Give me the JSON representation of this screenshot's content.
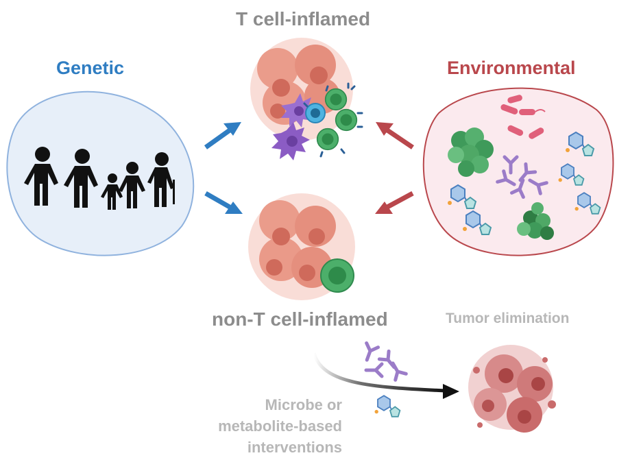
{
  "labels": {
    "genetic": "Genetic",
    "environmental": "Environmental",
    "t_cell_inflamed": "T cell-inflamed",
    "non_t_cell_inflamed": "non-T cell-inflamed",
    "tumor_elimination": "Tumor elimination",
    "interventions_line1": "Microbe or",
    "interventions_line2": "metabolite-based",
    "interventions_line3": "interventions"
  },
  "colors": {
    "genetic_blue": "#2f7dc2",
    "environmental_red": "#b9474c",
    "gray_text": "#8c8c8c",
    "light_gray_text": "#b7b7b7",
    "genetic_fill": "#e7eff9",
    "environmental_fill": "#fbeaee",
    "tumor_cell": "#e8907f",
    "nucleus": "#cf6a5b",
    "t_cell_green": "#4caf6a",
    "dendritic_purple": "#8b5cc4",
    "bacteria_pink": "#e0607a",
    "metabolite_blue": "#5b93c9"
  },
  "icons": [
    "family-icon",
    "bacteria-icon",
    "antibody-icon",
    "metabolite-icon",
    "tumor-cell-icon",
    "t-cell-icon",
    "dendritic-cell-icon",
    "arrow-icon"
  ]
}
